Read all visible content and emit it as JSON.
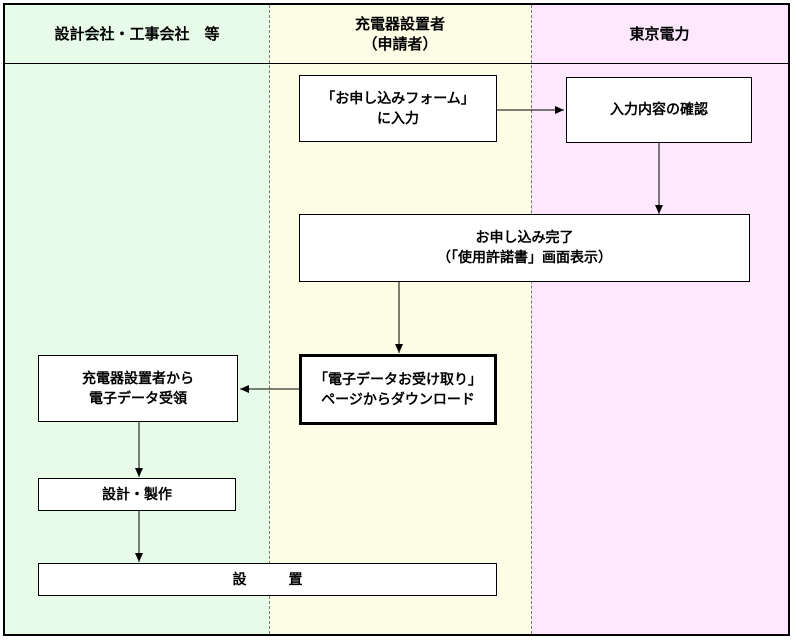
{
  "lanes": {
    "contractor": "設計会社・工事会社　等",
    "applicant": "充電器設置者\n（申請者）",
    "tepco": "東京電力"
  },
  "boxes": {
    "form_input": "「お申し込みフォーム」\nに入力",
    "confirm": "入力内容の確認",
    "complete": "お申し込み完了\n（「使用許諾書」画面表示）",
    "download": "「電子データお受け取り」\nページからダウンロード",
    "receive": "充電器設置者から\n電子データ受領",
    "design": "設計・製作",
    "install": "設　　　置"
  }
}
